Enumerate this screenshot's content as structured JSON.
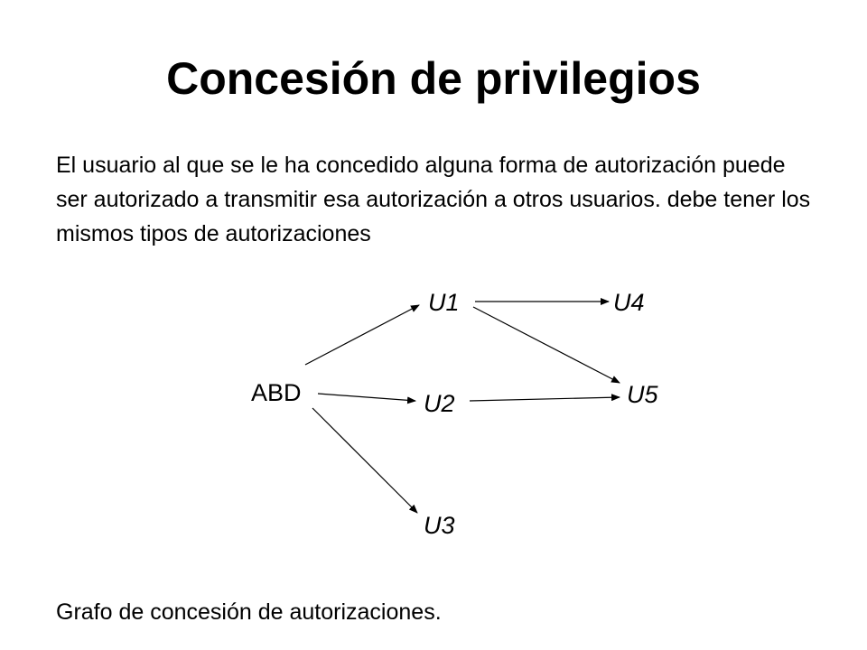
{
  "slide": {
    "title": "Concesión de privilegios",
    "body": "El usuario al que se le ha concedido alguna forma de autorización puede ser autorizado a transmitir esa autorización a otros usuarios. debe tener los mismos tipos de autorizaciones",
    "caption": "Grafo de concesión de autorizaciones."
  },
  "graph": {
    "nodes": [
      {
        "id": "ABD",
        "label": "ABD"
      },
      {
        "id": "U1",
        "label": "U1"
      },
      {
        "id": "U2",
        "label": "U2"
      },
      {
        "id": "U3",
        "label": "U3"
      },
      {
        "id": "U4",
        "label": "U4"
      },
      {
        "id": "U5",
        "label": "U5"
      }
    ],
    "edges": [
      {
        "from": "ABD",
        "to": "U1"
      },
      {
        "from": "ABD",
        "to": "U2"
      },
      {
        "from": "ABD",
        "to": "U3"
      },
      {
        "from": "U1",
        "to": "U4"
      },
      {
        "from": "U1",
        "to": "U5"
      },
      {
        "from": "U2",
        "to": "U5"
      }
    ],
    "colors": {
      "edge": "#000000",
      "text": "#000000"
    }
  }
}
